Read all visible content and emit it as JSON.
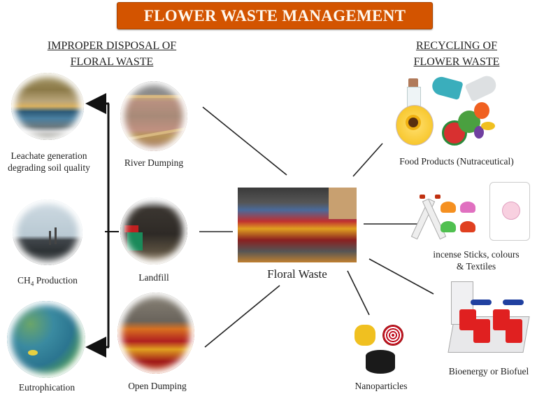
{
  "title": "FLOWER WASTE MANAGEMENT",
  "colors": {
    "title_bg": "#d35400",
    "title_text": "#fff8ee",
    "line": "#222222"
  },
  "left_section": {
    "heading_line1": "IMPROPER DISPOSAL OF",
    "heading_line2": "FLORAL WASTE",
    "disposal_methods": [
      {
        "label": "River Dumping",
        "icon": "river-dumping-photo"
      },
      {
        "label": "Landfill",
        "icon": "landfill-photo"
      },
      {
        "label": "Open Dumping",
        "icon": "open-dumping-photo"
      }
    ],
    "impacts": [
      {
        "label_line1": "Leachate generation",
        "label_line2": "degrading soil quality",
        "icon": "leachate-photo"
      },
      {
        "label_prefix": "CH",
        "label_sub": "4",
        "label_suffix": " Production",
        "icon": "methane-plant-photo"
      },
      {
        "label": "Eutrophication",
        "icon": "eutrophication-photo"
      }
    ]
  },
  "center": {
    "label": "Floral Waste",
    "icon": "floral-waste-photo"
  },
  "right_section": {
    "heading_line1": "RECYCLING OF",
    "heading_line2": "FLOWER WASTE",
    "products": [
      {
        "label": "Food Products (Nutraceutical)",
        "icon": "oil-capsule-vegetables-icon"
      },
      {
        "label_line1": "incense Sticks, colours",
        "label_line2": "& Textiles",
        "icon": "incense-colours-tshirt-icon"
      },
      {
        "label": "Bioenergy or Biofuel",
        "icon": "bioreactor-icon"
      },
      {
        "label": "Nanoparticles",
        "icon": "nanoparticles-icon"
      }
    ]
  }
}
